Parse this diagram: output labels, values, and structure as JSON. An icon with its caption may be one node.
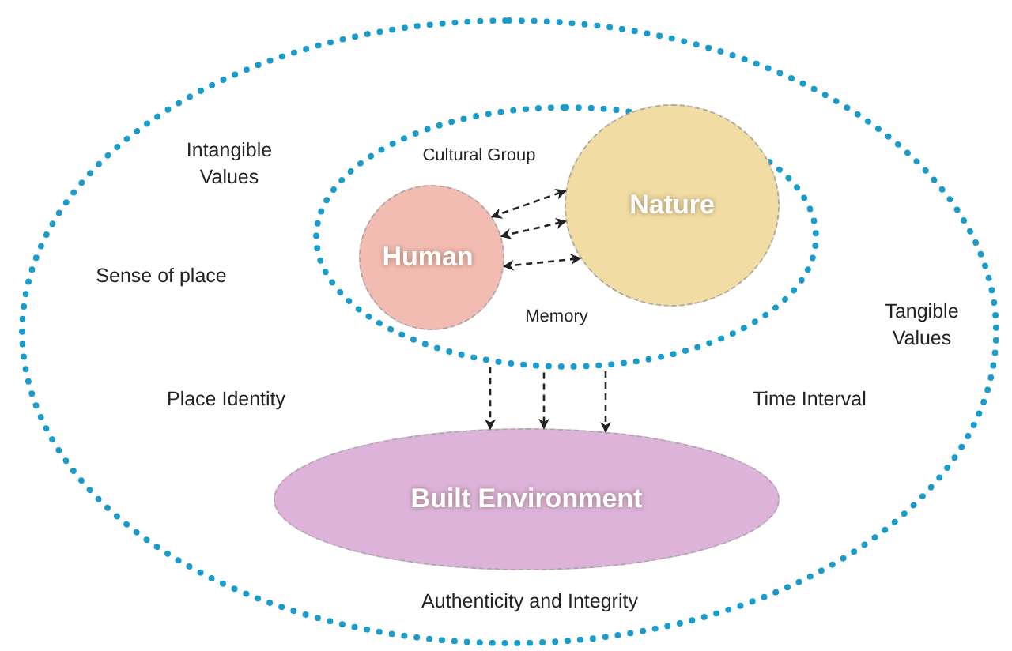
{
  "diagram": {
    "nodes": [
      {
        "text": [],
        "shape": "ellipse"
      },
      {
        "text": [],
        "shape": "ellipse",
        "in": 0
      },
      {
        "text": [
          "Human"
        ],
        "in": 1
      },
      {
        "text": [
          "Nature"
        ],
        "in": 1
      },
      {
        "text": [
          "Built Environment"
        ],
        "in": 0
      }
    ],
    "edges": [
      {
        "from": 2,
        "to": 3,
        "arrow": "both",
        "style": "dashed"
      },
      {
        "from": 2,
        "to": 3,
        "arrow": "both",
        "style": "dashed"
      },
      {
        "from": 2,
        "to": 3,
        "arrow": "both",
        "style": "dashed"
      },
      {
        "from": 1,
        "to": 4,
        "arrow": "to",
        "style": "dashed"
      },
      {
        "from": 1,
        "to": 4,
        "arrow": "to",
        "style": "dashed"
      },
      {
        "from": 1,
        "to": 4,
        "arrow": "to",
        "style": "dashed"
      }
    ],
    "labels": [
      "Intangible Values",
      "Cultural Group",
      "Sense of place",
      "Memory",
      "Tangible Values",
      "Place Identity",
      "Time Interval",
      "Authenticity and Integrity"
    ]
  }
}
